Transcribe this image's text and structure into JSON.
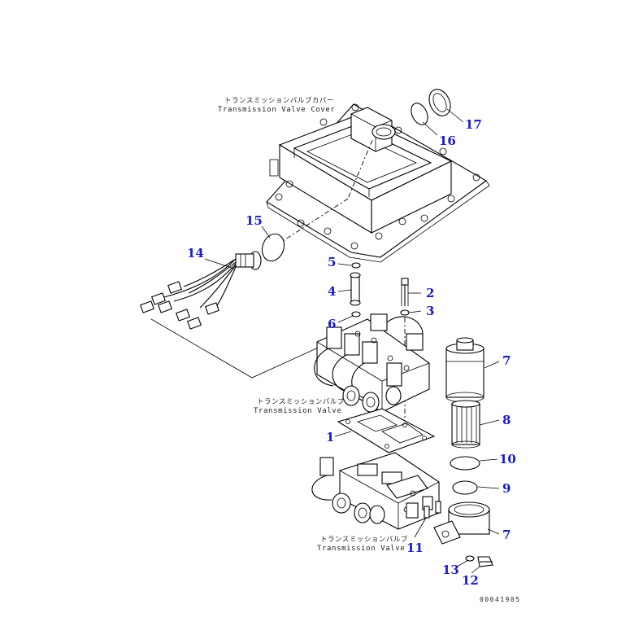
{
  "captions": {
    "cover_jp": "トランスミッションバルブカバー",
    "cover_en": "Transmission Valve Cover",
    "valve_upper_jp": "トランスミッションバルブ",
    "valve_upper_en": "Transmission Valve",
    "valve_lower_jp": "トランスミッションバルブ",
    "valve_lower_en": "Transmission Valve"
  },
  "part_numbers": {
    "p1": "1",
    "p2": "2",
    "p3": "3",
    "p4": "4",
    "p5": "5",
    "p6": "6",
    "p7a": "7",
    "p7b": "7",
    "p8": "8",
    "p9": "9",
    "p10": "10",
    "p11": "11",
    "p12": "12",
    "p13": "13",
    "p14": "14",
    "p15": "15",
    "p16": "16",
    "p17": "17"
  },
  "drawing_code": "00041905",
  "colors": {
    "callout": "#1a1acc",
    "line": "#000000"
  }
}
